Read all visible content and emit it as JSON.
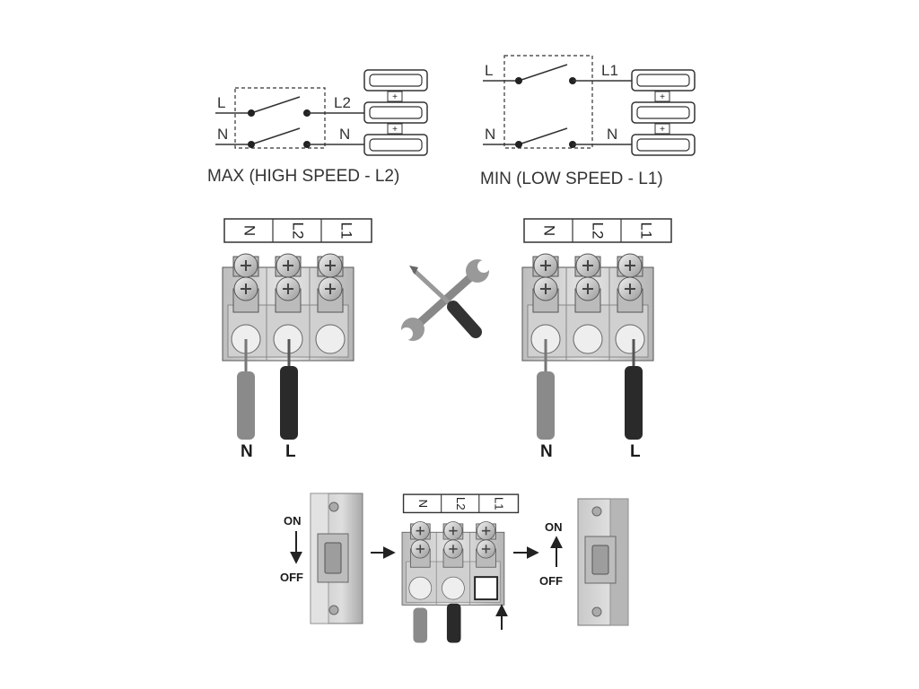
{
  "schemes": {
    "max": {
      "caption": "MAX (HIGH SPEED - L2)",
      "line_label": "L",
      "neutral_label": "N",
      "out_top_label": "L2",
      "out_bottom_label": "N"
    },
    "min": {
      "caption": "MIN (LOW SPEED - L1)",
      "line_label": "L",
      "neutral_label": "N",
      "out_top_label": "L1",
      "out_bottom_label": "N"
    },
    "plus_sign": "+"
  },
  "terminal_block": {
    "labels": [
      "N",
      "L2",
      "L1"
    ]
  },
  "wiring": {
    "max": {
      "neutral_label": "N",
      "live_label": "L"
    },
    "min": {
      "neutral_label": "N",
      "live_label": "L"
    }
  },
  "procedure": {
    "off_on_label": "ON",
    "off_off_label": "OFF",
    "on_on_label": "ON",
    "on_off_label": "OFF"
  },
  "colors": {
    "line": "#333333",
    "wire_grey": "#8a8a8a",
    "wire_black": "#2a2a2a",
    "block_body": "#d7d7d7",
    "block_shade": "#b9b9b9",
    "breaker_body": "#cfcfcf"
  },
  "icons": [
    "tools-icon",
    "arrow-right-icon",
    "arrow-up-icon",
    "arrow-down-icon",
    "circuit-breaker-icon",
    "terminal-block-icon"
  ]
}
